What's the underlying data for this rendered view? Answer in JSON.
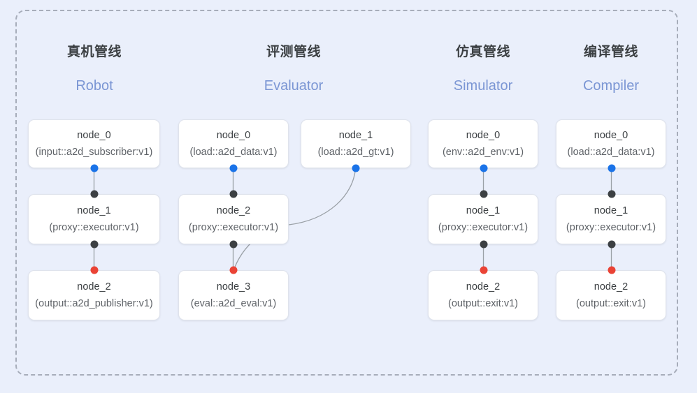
{
  "frame": {
    "name": "pipeline-overview-frame",
    "border_color": "#a7adba",
    "background": "#eaeffb"
  },
  "palette": {
    "background": "#eaeffb",
    "node_bg": "#ffffff",
    "node_border": "#dfe3ec",
    "header_cn_color": "#3c4043",
    "header_en_color": "#7b96d4",
    "port_blue": "#1a73e8",
    "port_black": "#3c4043",
    "port_red": "#ea4335",
    "edge_color": "#9aa0a6"
  },
  "columns": [
    {
      "id": "robot",
      "title_cn": "真机管线",
      "title_en": "Robot",
      "nodes": [
        {
          "name": "node_0",
          "spec": "(input::a2d_subscriber:v1)"
        },
        {
          "name": "node_1",
          "spec": "(proxy::executor:v1)"
        },
        {
          "name": "node_2",
          "spec": "(output::a2d_publisher:v1)"
        }
      ]
    },
    {
      "id": "evaluator",
      "title_cn": "评测管线",
      "title_en": "Evaluator",
      "nodes": [
        {
          "name": "node_0",
          "spec": "(load::a2d_data:v1)"
        },
        {
          "name": "node_2",
          "spec": "(proxy::executor:v1)"
        },
        {
          "name": "node_3",
          "spec": "(eval::a2d_eval:v1)"
        }
      ],
      "side_nodes": [
        {
          "name": "node_1",
          "spec": "(load::a2d_gt:v1)"
        }
      ]
    },
    {
      "id": "simulator",
      "title_cn": "仿真管线",
      "title_en": "Simulator",
      "nodes": [
        {
          "name": "node_0",
          "spec": "(env::a2d_env:v1)"
        },
        {
          "name": "node_1",
          "spec": "(proxy::executor:v1)"
        },
        {
          "name": "node_2",
          "spec": "(output::exit:v1)"
        }
      ]
    },
    {
      "id": "compiler",
      "title_cn": "编译管线",
      "title_en": "Compiler",
      "nodes": [
        {
          "name": "node_0",
          "spec": "(load::a2d_data:v1)"
        },
        {
          "name": "node_1",
          "spec": "(proxy::executor:v1)"
        },
        {
          "name": "node_2",
          "spec": "(output::exit:v1)"
        }
      ]
    }
  ]
}
